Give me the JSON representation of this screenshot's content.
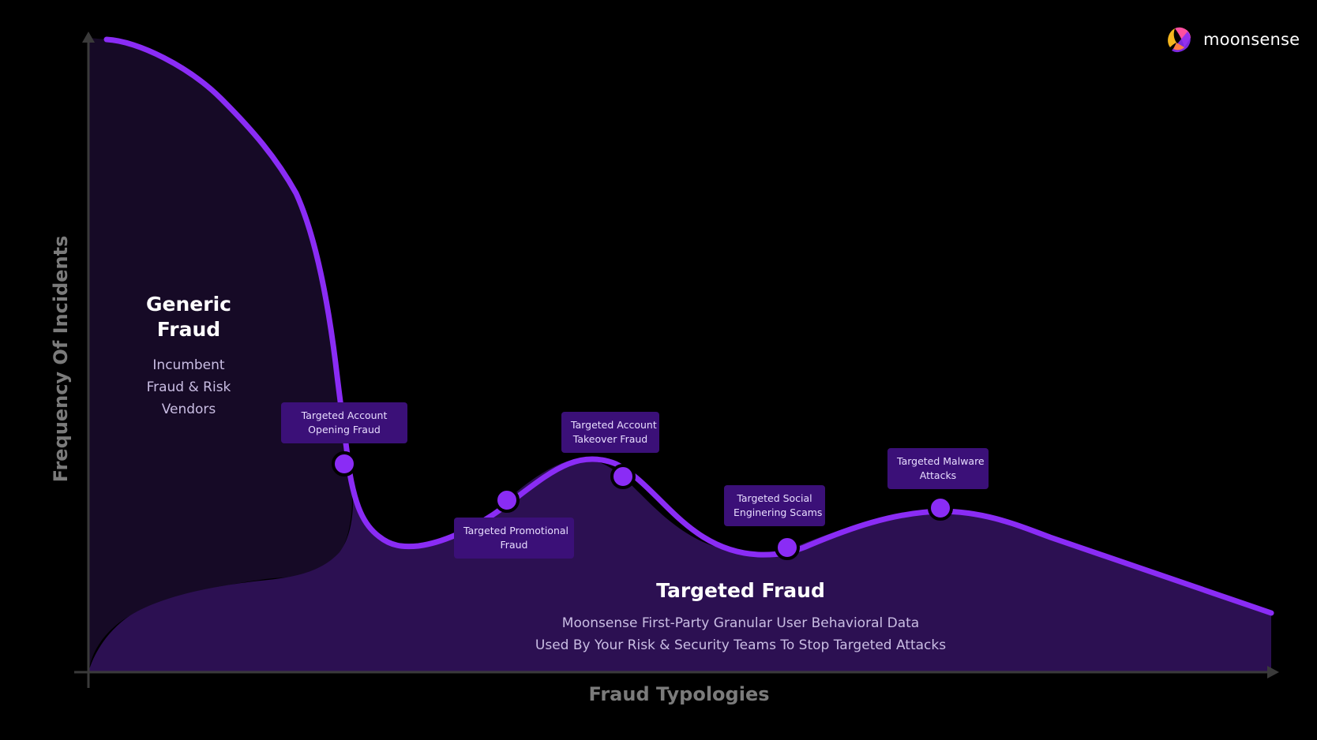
{
  "brand": {
    "name": "moonsense",
    "logo_colors": [
      "#f5b51d",
      "#ff4fa0",
      "#8a2cf5"
    ]
  },
  "axes": {
    "x_label": "Fraud Typologies",
    "y_label": "Frequency Of Incidents",
    "color": "#3a3a3a"
  },
  "sections": {
    "generic": {
      "title_lines": [
        "Generic",
        "Fraud"
      ],
      "sub_lines": [
        "Incumbent",
        "Fraud & Risk",
        "Vendors"
      ]
    },
    "targeted": {
      "title": "Targeted Fraud",
      "sub_lines": [
        "Moonsense First-Party Granular User Behavioral Data",
        "Used By Your Risk & Security Teams To Stop Targeted Attacks"
      ]
    }
  },
  "callouts": [
    {
      "lines": [
        "Targeted Account",
        "Opening Fraud"
      ]
    },
    {
      "lines": [
        "Targeted Promotional",
        "Fraud"
      ]
    },
    {
      "lines": [
        "Targeted Account",
        "Takeover Fraud"
      ]
    },
    {
      "lines": [
        "Targeted Social",
        "Enginering Scams"
      ]
    },
    {
      "lines": [
        "Targeted Malware",
        "Attacks"
      ]
    }
  ],
  "colors": {
    "curve": "#8a2cf5",
    "callout_bg": "#3b1078",
    "generic_fill": "#160a26",
    "targeted_fill": "#2c1052"
  }
}
